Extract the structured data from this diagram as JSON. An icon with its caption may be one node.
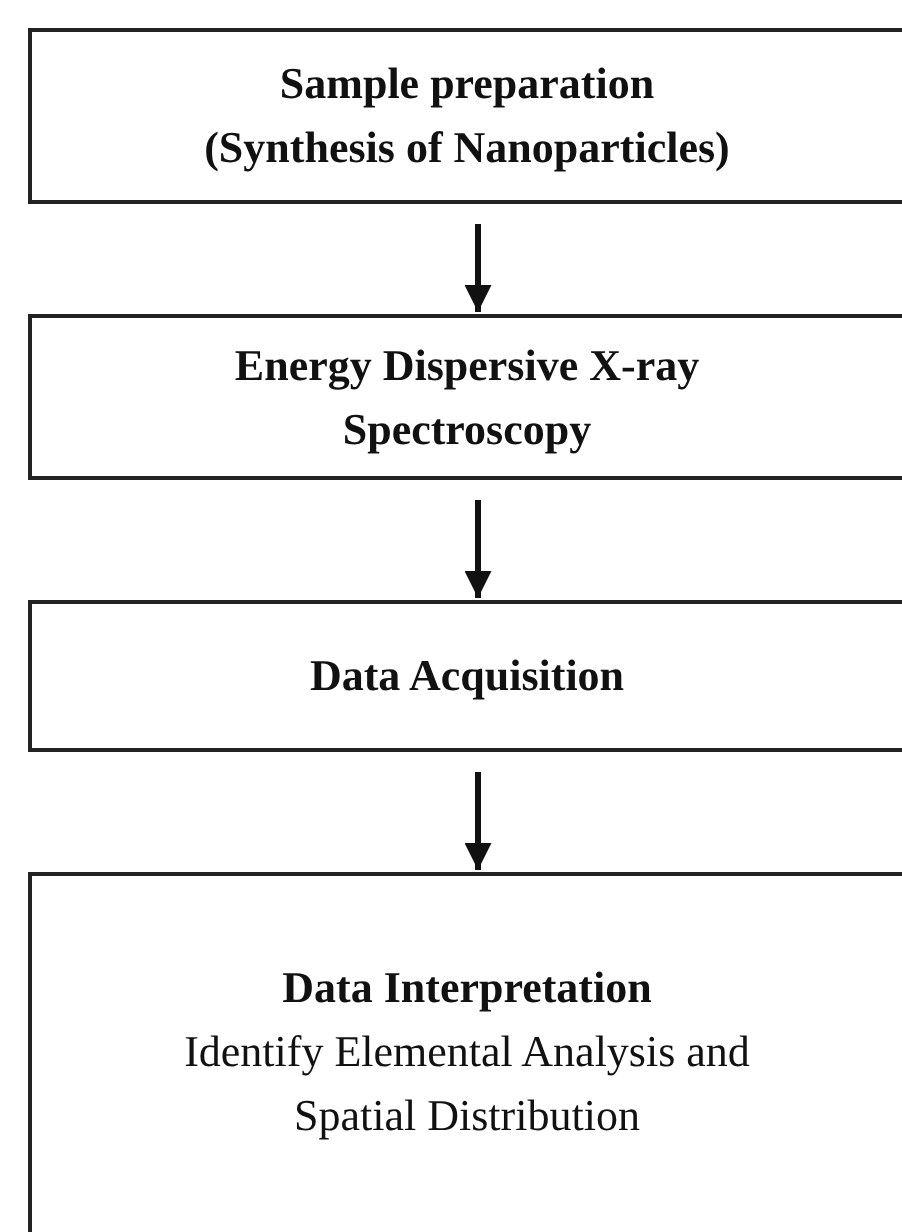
{
  "diagram": {
    "nodes": [
      {
        "text": [
          "Sample preparation",
          "(Synthesis of Nanoparticles)"
        ]
      },
      {
        "text": [
          "Energy Dispersive X-ray Spectroscopy"
        ]
      },
      {
        "text": [
          "Data Acquisition"
        ]
      },
      {
        "text": [
          "Data Interpretation",
          "Identify Elemental Analysis and Spatial Distribution"
        ]
      }
    ],
    "edges": [
      {
        "from": 0,
        "to": 1,
        "arrow": "to"
      },
      {
        "from": 1,
        "to": 2,
        "arrow": "to"
      },
      {
        "from": 2,
        "to": 3,
        "arrow": "to"
      }
    ]
  }
}
